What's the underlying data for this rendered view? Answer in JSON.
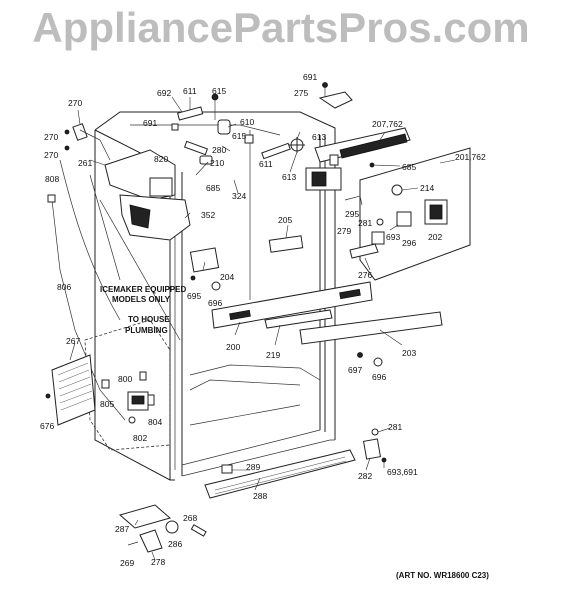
{
  "watermark": "AppliancePartsPros.com",
  "art_number": "(ART NO. WR18600 C23)",
  "notes": {
    "icemaker_line1": "ICEMAKER EQUIPPED",
    "icemaker_line2": "MODELS ONLY",
    "plumbing_line1": "TO HOUSE",
    "plumbing_line2": "PLUMBING"
  },
  "part_labels": {
    "p692": "692",
    "p611a": "611",
    "p615a": "615",
    "p691a": "691",
    "p610": "610",
    "p615b": "615",
    "p280": "280",
    "p210": "210",
    "p611b": "611",
    "p613a": "613",
    "p613b": "613",
    "p691b": "691",
    "p275": "275",
    "p207": "207,762",
    "p685a": "685",
    "p201": "201,762",
    "p214": "214",
    "p270a": "270",
    "p270b": "270",
    "p270c": "270",
    "p261": "261",
    "p820": "820",
    "p685b": "685",
    "p324": "324",
    "p352": "352",
    "p808": "808",
    "p205": "205",
    "p295": "295",
    "p281a": "281",
    "p693a": "693",
    "p279": "279",
    "p296": "296",
    "p202": "202",
    "p276": "276",
    "p204": "204",
    "p695": "695",
    "p696a": "696",
    "p806": "806",
    "p200": "200",
    "p219": "219",
    "p203": "203",
    "p267": "267",
    "p697": "697",
    "p696b": "696",
    "p800": "800",
    "p805": "805",
    "p804": "804",
    "p802": "802",
    "p676": "676",
    "p281b": "281",
    "p289": "289",
    "p282": "282",
    "p693b": "693,691",
    "p288": "288",
    "p287": "287",
    "p268": "268",
    "p286": "286",
    "p269": "269",
    "p278": "278"
  }
}
